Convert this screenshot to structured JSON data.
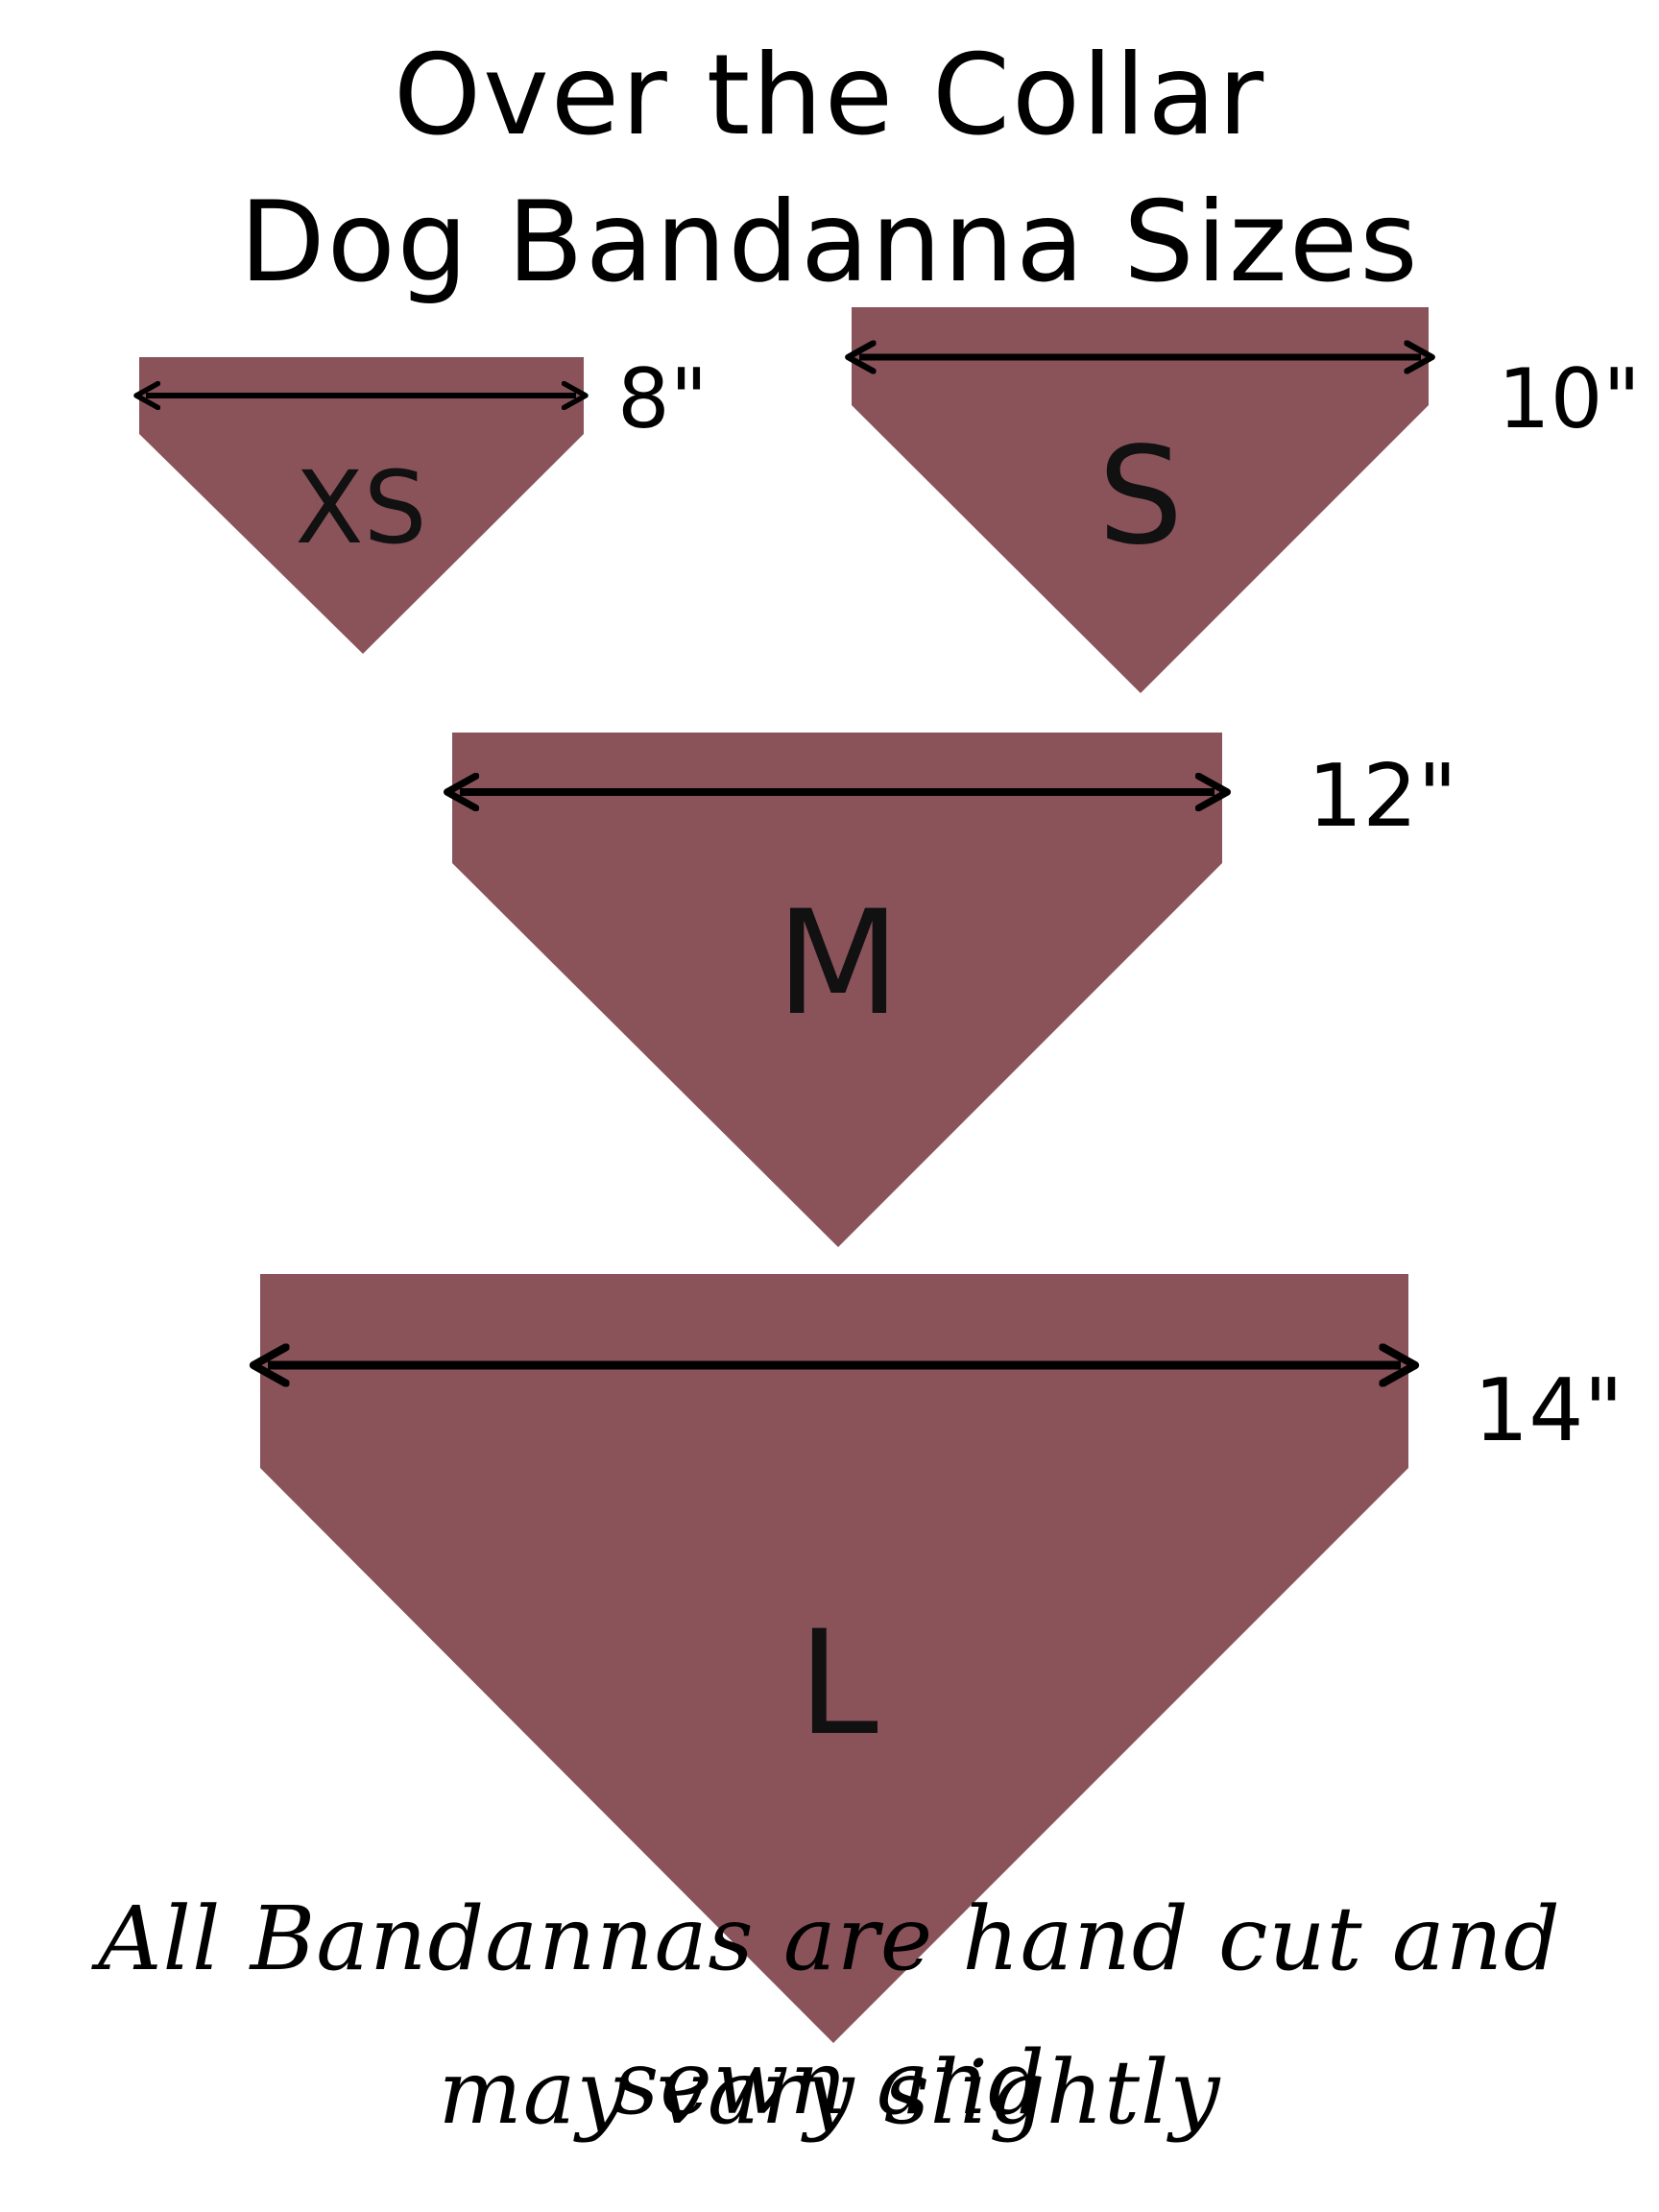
{
  "title": {
    "line1": "Over the Collar",
    "line2": "Dog Bandanna Sizes"
  },
  "colors": {
    "bandanna": "#8a535a",
    "arrow": "#000000",
    "text": "#000000"
  },
  "bandannas": [
    {
      "size": "XS",
      "width_label": "8\""
    },
    {
      "size": "S",
      "width_label": "10\""
    },
    {
      "size": "M",
      "width_label": "12\""
    },
    {
      "size": "L",
      "width_label": "14\""
    }
  ],
  "note": {
    "line1": "All Bandannas are hand cut and sewn and",
    "line2": "may vary slightly"
  }
}
